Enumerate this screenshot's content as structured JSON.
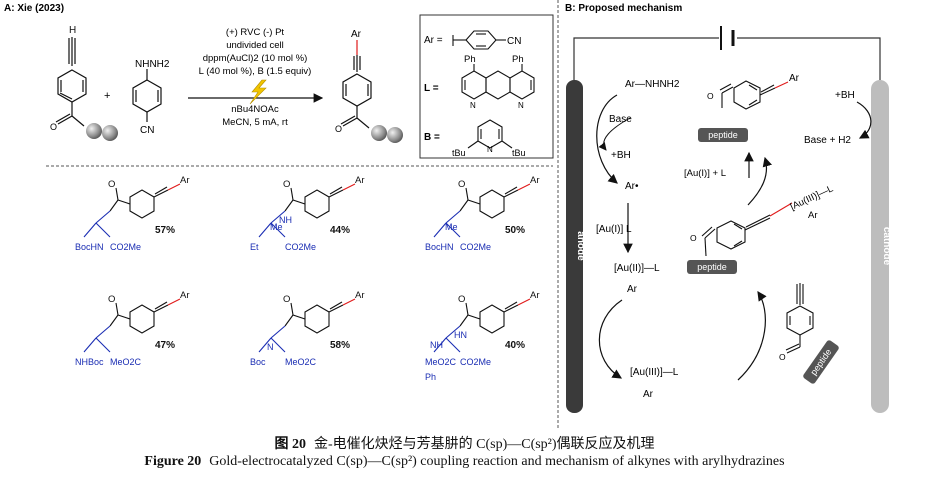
{
  "panel_a": {
    "title": "A: Xie (2023)",
    "reagent_1": "NHNH2",
    "reagent_2": "CN",
    "reagent_terminal_h": "H",
    "plus": "+",
    "conditions": [
      "(+) RVC (-) Pt",
      "undivided cell",
      "dppm(AuCl)2 (10 mol %)",
      "L (40 mol %), B (1.5 equiv)",
      "nBu4NOAc",
      "MeCN, 5 mA, rt"
    ],
    "product_ar": "Ar",
    "definitions": {
      "ar": "Ar =",
      "ar_cn": "CN",
      "l": "L =",
      "l_ph": "Ph",
      "b": "B =",
      "b_tbu": "tBu"
    },
    "products": [
      {
        "label": "BocHN",
        "ester": "CO2Me",
        "yield": "57%",
        "ar": "Ar"
      },
      {
        "label": "Et",
        "amide": "NH",
        "ester": "CO2Me",
        "yield": "44%",
        "ar": "Ar",
        "me": "Me"
      },
      {
        "label": "BocHN",
        "ester": "CO2Me",
        "yield": "50%",
        "ar": "Ar",
        "me": "Me"
      },
      {
        "label": "NHBoc",
        "ester": "MeO2C",
        "yield": "47%",
        "ar": "Ar"
      },
      {
        "label": "Boc",
        "amine": "N",
        "ester": "MeO2C",
        "yield": "58%",
        "ar": "Ar"
      },
      {
        "label": "MeO2C",
        "amide": "HN",
        "ester": "CO2Me",
        "nh": "NH",
        "ph": "Ph",
        "yield": "40%",
        "ar": "Ar"
      }
    ]
  },
  "panel_b": {
    "title": "B: Proposed mechanism",
    "anode": "anode",
    "cathode": "cathode",
    "substrate": "Ar—NHNH2",
    "base": "Base",
    "bh_plus": "+BH",
    "ar_radical": "Ar•",
    "au1_l": "[Au(I)]   L",
    "au2": "[Au(II)]—L",
    "au3": "[Au(III)]—L",
    "ar": "Ar",
    "peptide": "peptide",
    "au1_release": "[Au(I)] + L",
    "bh_cathode": "+BH",
    "cathode_products": "Base + H2",
    "alkyne_peptide": "peptide"
  },
  "caption": {
    "zh_label": "图 20",
    "zh_text": "金-电催化炔烃与芳基肼的 C(sp)—C(sp²)偶联反应及机理",
    "en_label": "Figure 20",
    "en_text": "Gold-electrocatalyzed C(sp)—C(sp²) coupling reaction and mechanism of alkynes with arylhydrazines"
  },
  "colors": {
    "text": "#111111",
    "accent_red": "#e01b1b",
    "blue": "#1a2db3",
    "anode": "#3a3a3a",
    "cathode": "#bdbdbd",
    "bolt": "#f2c500"
  }
}
